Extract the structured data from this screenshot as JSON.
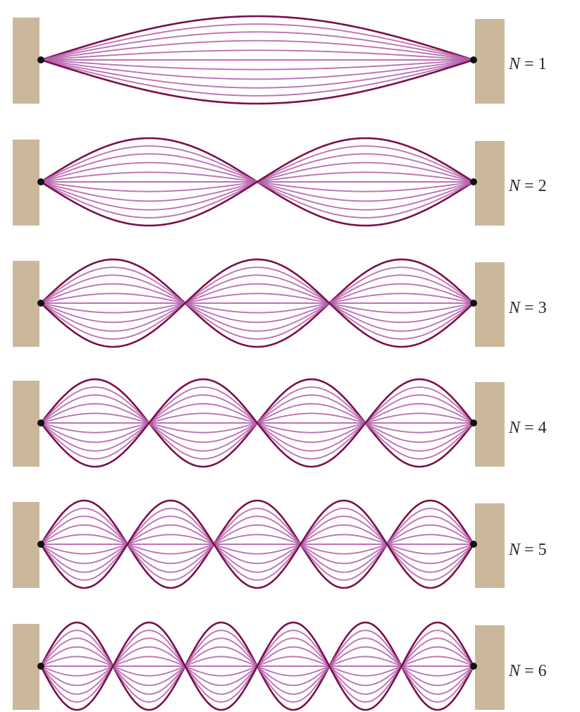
{
  "figure": {
    "modes": [
      {
        "var": "N",
        "eq": " = ",
        "n": "1",
        "loops": 1
      },
      {
        "var": "N",
        "eq": " = ",
        "n": "2",
        "loops": 2
      },
      {
        "var": "N",
        "eq": " = ",
        "n": "3",
        "loops": 3
      },
      {
        "var": "N",
        "eq": " = ",
        "n": "4",
        "loops": 4
      },
      {
        "var": "N",
        "eq": " = ",
        "n": "5",
        "loops": 5
      },
      {
        "var": "N",
        "eq": " = ",
        "n": "6",
        "loops": 6
      }
    ],
    "colors": {
      "string_dark": "#7a0f4a",
      "string_light": "#b25aa8",
      "support": "#cbb89a",
      "endpoint": "#111111"
    }
  }
}
